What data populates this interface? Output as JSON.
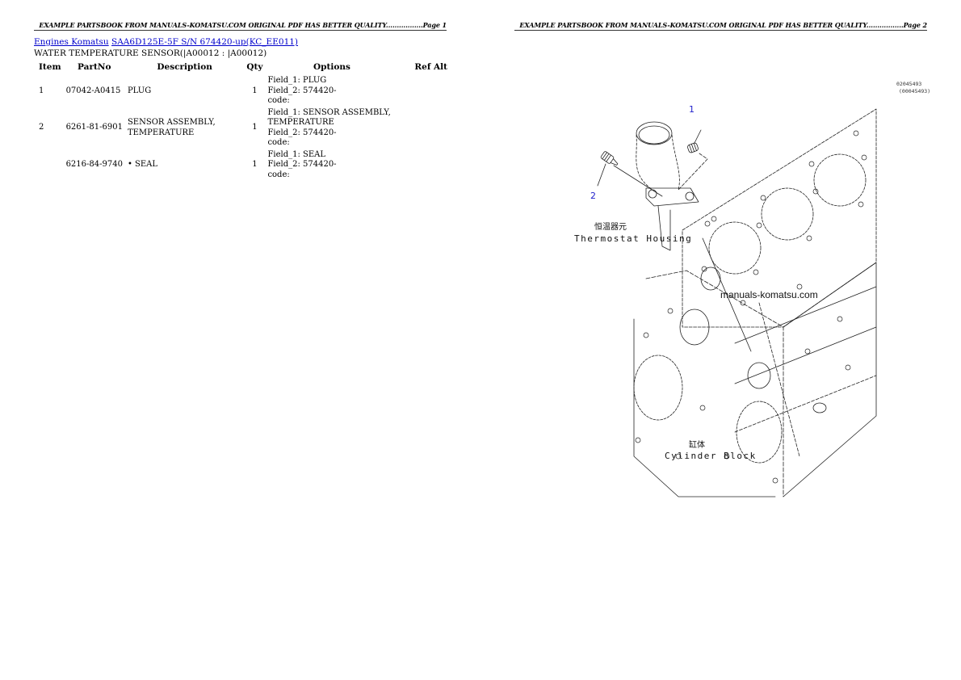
{
  "page1": {
    "header": "EXAMPLE PARTSBOOK FROM MANUALS-KOMATSU.COM ORIGINAL PDF HAS BETTER QUALITY.................Page 1",
    "breadcrumb": {
      "link1": "Engines Komatsu",
      "link2": "SAA6D125E-5F S/N 674420-up(KC_EE011)"
    },
    "section_title": "WATER TEMPERATURE SENSOR(|A00012 : |A00012)",
    "table": {
      "headers": {
        "item": "Item",
        "partno": "PartNo",
        "description": "Description",
        "qty": "Qty",
        "options": "Options",
        "refalt": "Ref Alt"
      },
      "rows": [
        {
          "item": "1",
          "partno": "07042-A0415",
          "description": "PLUG",
          "qty": "1",
          "options": [
            "Field_1: PLUG",
            "Field_2: 574420-",
            "code:"
          ],
          "refalt": ""
        },
        {
          "item": "2",
          "partno": "6261-81-6901",
          "description": "SENSOR ASSEMBLY, TEMPERATURE",
          "qty": "1",
          "options": [
            "Field_1: SENSOR ASSEMBLY,",
            "TEMPERATURE",
            "Field_2: 574420-",
            "code:"
          ],
          "refalt": ""
        },
        {
          "item": "",
          "partno": "6216-84-9740",
          "description": "• SEAL",
          "qty": "1",
          "options": [
            "Field_1: SEAL",
            "Field_2: 574420-",
            "code:"
          ],
          "refalt": ""
        }
      ]
    }
  },
  "page2": {
    "header": "EXAMPLE PARTSBOOK FROM MANUALS-KOMATSU.COM ORIGINAL PDF HAS BETTER QUALITY.................Page 2",
    "drawing": {
      "code_line1": "02045493",
      "code_line2": "(00045493)",
      "callout_1": "1",
      "callout_2": "2",
      "label_housing_cjk": "恒温器元",
      "label_housing": "Thermostat Housing",
      "label_block_cjk": "缸体",
      "label_block": "Cylinder Block",
      "watermark": "manuals-komatsu.com",
      "callout_color": "#2222cc"
    }
  },
  "colors": {
    "link": "#0000cc",
    "text": "#000000",
    "rule": "#333333"
  }
}
